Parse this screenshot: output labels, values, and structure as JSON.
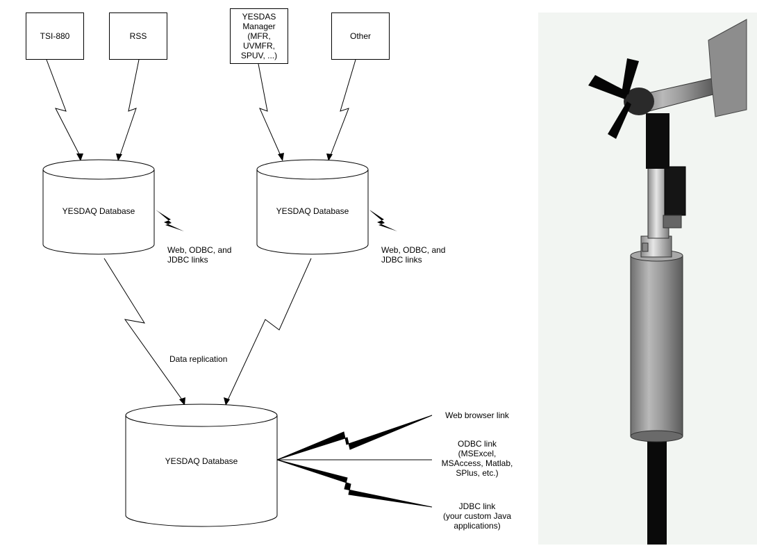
{
  "sources": {
    "tsi": "TSI-880",
    "rss": "RSS",
    "yesdas_line1": "YESDAS",
    "yesdas_line2": "Manager",
    "yesdas_line3": "(MFR, UVMFR,",
    "yesdas_line4": "SPUV, ...)",
    "other": "Other"
  },
  "databases": {
    "left": "YESDAQ Database",
    "middle": "YESDAQ Database",
    "bottom": "YESDAQ Database"
  },
  "links": {
    "left_line1": "Web, ODBC, and",
    "left_line2": "JDBC links",
    "middle_line1": "Web, ODBC, and",
    "middle_line2": "JDBC links",
    "replication": "Data replication"
  },
  "outputs": {
    "web": "Web browser link",
    "odbc_line1": "ODBC link",
    "odbc_line2": "(MSExcel,",
    "odbc_line3": "MSAccess, Matlab,",
    "odbc_line4": "SPlus, etc.)",
    "jdbc_line1": "JDBC link",
    "jdbc_line2": "(your custom Java",
    "jdbc_line3": "applications)"
  }
}
